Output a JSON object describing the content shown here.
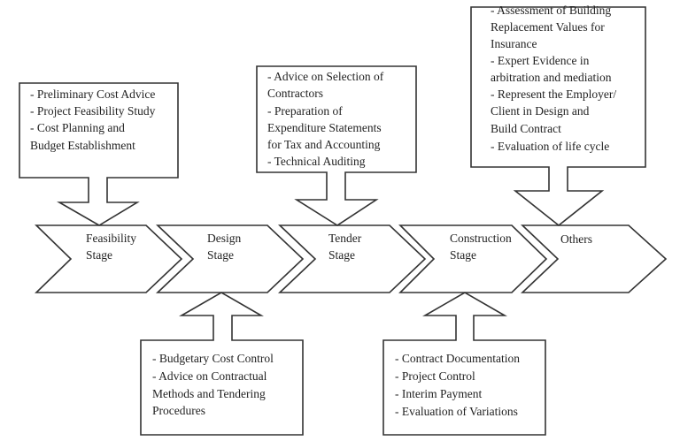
{
  "stages": [
    "Feasibility",
    "Stage",
    "Design",
    "Stage",
    "Tender",
    "Stage",
    "Construction",
    "Stage",
    "Others"
  ],
  "boxes": {
    "feasibility": [
      "- Preliminary Cost Advice",
      "- Project Feasibility Study",
      "- Cost Planning and",
      "Budget Establishment"
    ],
    "tender": [
      "- Advice on Selection of",
      "Contractors",
      "- Preparation of",
      "Expenditure Statements",
      "for Tax and Accounting",
      "- Technical Auditing"
    ],
    "others": [
      "- Assessment of Building",
      "Replacement Values for",
      "Insurance",
      "- Expert Evidence in",
      "arbitration and mediation",
      "- Represent the Employer/",
      "Client in Design and",
      "Build Contract",
      "- Evaluation of life cycle"
    ],
    "design": [
      "- Budgetary Cost Control",
      "- Advice on Contractual",
      "Methods and Tendering",
      "Procedures"
    ],
    "construction": [
      "- Contract Documentation",
      "- Project Control",
      "- Interim Payment",
      "- Evaluation of Variations"
    ]
  }
}
